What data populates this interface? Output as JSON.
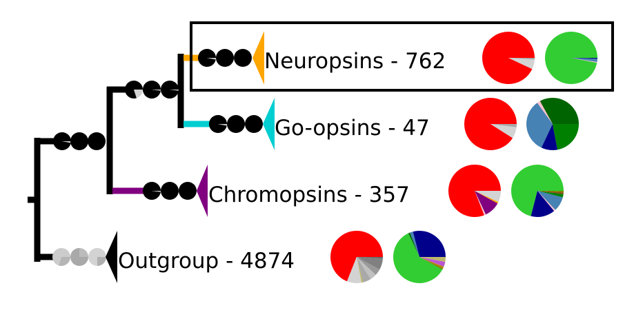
{
  "clades": [
    {
      "label": "Neuropsins - 762",
      "color": "#FFA500",
      "highlighted": true,
      "markers": [
        [
          {
            "c": "#000000",
            "f": 0.97
          },
          {
            "c": "#cccccc",
            "f": 0.03
          }
        ],
        [
          {
            "c": "#000000",
            "f": 1
          }
        ],
        [
          {
            "c": "#000000",
            "f": 1
          }
        ]
      ],
      "pie_a": [
        {
          "c": "#FF0000",
          "f": 0.93
        },
        {
          "c": "#D3D3D3",
          "f": 0.06
        },
        {
          "c": "#A9A9A9",
          "f": 0.01
        }
      ],
      "pie_b": [
        {
          "c": "#32CD32",
          "f": 0.97
        },
        {
          "c": "#FFC0CB",
          "f": 0.005
        },
        {
          "c": "#4682B4",
          "f": 0.02
        },
        {
          "c": "#000080",
          "f": 0.005
        }
      ]
    },
    {
      "label": "Go-opsins - 47",
      "color": "#00CED1",
      "highlighted": false,
      "markers": [
        [
          {
            "c": "#000000",
            "f": 0.97
          },
          {
            "c": "#cccccc",
            "f": 0.03
          }
        ],
        [
          {
            "c": "#000000",
            "f": 1
          }
        ],
        [
          {
            "c": "#000000",
            "f": 1
          }
        ]
      ],
      "pie_a": [
        {
          "c": "#FF0000",
          "f": 0.91
        },
        {
          "c": "#D3D3D3",
          "f": 0.07
        },
        {
          "c": "#A9A9A9",
          "f": 0.02
        }
      ],
      "pie_b": [
        {
          "c": "#006400",
          "f": 0.33
        },
        {
          "c": "#FFC0CB",
          "f": 0.02
        },
        {
          "c": "#4682B4",
          "f": 0.33
        },
        {
          "c": "#00008B",
          "f": 0.1
        },
        {
          "c": "#008000",
          "f": 0.22
        }
      ]
    },
    {
      "label": "Chromopsins - 357",
      "color": "#800080",
      "highlighted": false,
      "markers": [
        [
          {
            "c": "#000000",
            "f": 0.98
          },
          {
            "c": "#cccccc",
            "f": 0.02
          }
        ],
        [
          {
            "c": "#000000",
            "f": 1
          }
        ],
        [
          {
            "c": "#000000",
            "f": 1
          }
        ]
      ],
      "pie_a": [
        {
          "c": "#FF0000",
          "f": 0.81
        },
        {
          "c": "#FFC0CB",
          "f": 0.01
        },
        {
          "c": "#800080",
          "f": 0.1
        },
        {
          "c": "#FFA500",
          "f": 0.01
        },
        {
          "c": "#D3D3D3",
          "f": 0.07
        }
      ],
      "pie_b": [
        {
          "c": "#32CD32",
          "f": 0.71
        },
        {
          "c": "#00008B",
          "f": 0.15
        },
        {
          "c": "#FFC0CB",
          "f": 0.01
        },
        {
          "c": "#4682B4",
          "f": 0.09
        },
        {
          "c": "#008000",
          "f": 0.02
        },
        {
          "c": "#8B4513",
          "f": 0.01
        },
        {
          "c": "#808000",
          "f": 0.01
        }
      ]
    },
    {
      "label": "Outgroup - 4874",
      "color": "#000000",
      "highlighted": false,
      "markers": [
        [
          {
            "c": "#cccccc",
            "f": 0.7
          },
          {
            "c": "#b5b5b5",
            "f": 0.3
          }
        ],
        [
          {
            "c": "#bbbbbb",
            "f": 0.25
          },
          {
            "c": "#a9a9a9",
            "f": 0.75
          }
        ],
        [
          {
            "c": "#d3d3d3",
            "f": 0.75
          },
          {
            "c": "#b0b0b0",
            "f": 0.25
          }
        ]
      ],
      "pie_a": [
        {
          "c": "#FF0000",
          "f": 0.69
        },
        {
          "c": "#D3D3D3",
          "f": 0.09
        },
        {
          "c": "#BDB76B",
          "f": 0.01
        },
        {
          "c": "#A9A9A9",
          "f": 0.05
        },
        {
          "c": "#C0C0C0",
          "f": 0.04
        },
        {
          "c": "#999999",
          "f": 0.04
        },
        {
          "c": "#808080",
          "f": 0.07
        },
        {
          "c": "#696969",
          "f": 0.01
        }
      ],
      "pie_b": [
        {
          "c": "#00008B",
          "f": 0.29
        },
        {
          "c": "#4682B4",
          "f": 0.02
        },
        {
          "c": "#006400",
          "f": 0.01
        },
        {
          "c": "#32CD32",
          "f": 0.6
        },
        {
          "c": "#808000",
          "f": 0.01
        },
        {
          "c": "#B8860B",
          "f": 0.01
        },
        {
          "c": "#BA55D3",
          "f": 0.03
        },
        {
          "c": "#BDB76B",
          "f": 0.03
        }
      ]
    }
  ],
  "internal_markers": {
    "root_child": [
      [
        {
          "c": "#000000",
          "f": 0.97
        },
        {
          "c": "#cccccc",
          "f": 0.03
        }
      ],
      [
        {
          "c": "#000000",
          "f": 1
        }
      ],
      [
        {
          "c": "#000000",
          "f": 1
        }
      ]
    ],
    "inner": [
      [
        {
          "c": "#000000",
          "f": 0.8
        },
        {
          "c": "#D3D3D3",
          "f": 0.2
        }
      ],
      [
        {
          "c": "#000000",
          "f": 0.98
        },
        {
          "c": "#cccccc",
          "f": 0.02
        }
      ],
      [
        {
          "c": "#000000",
          "f": 0.98
        },
        {
          "c": "#cccccc",
          "f": 0.02
        }
      ]
    ]
  }
}
